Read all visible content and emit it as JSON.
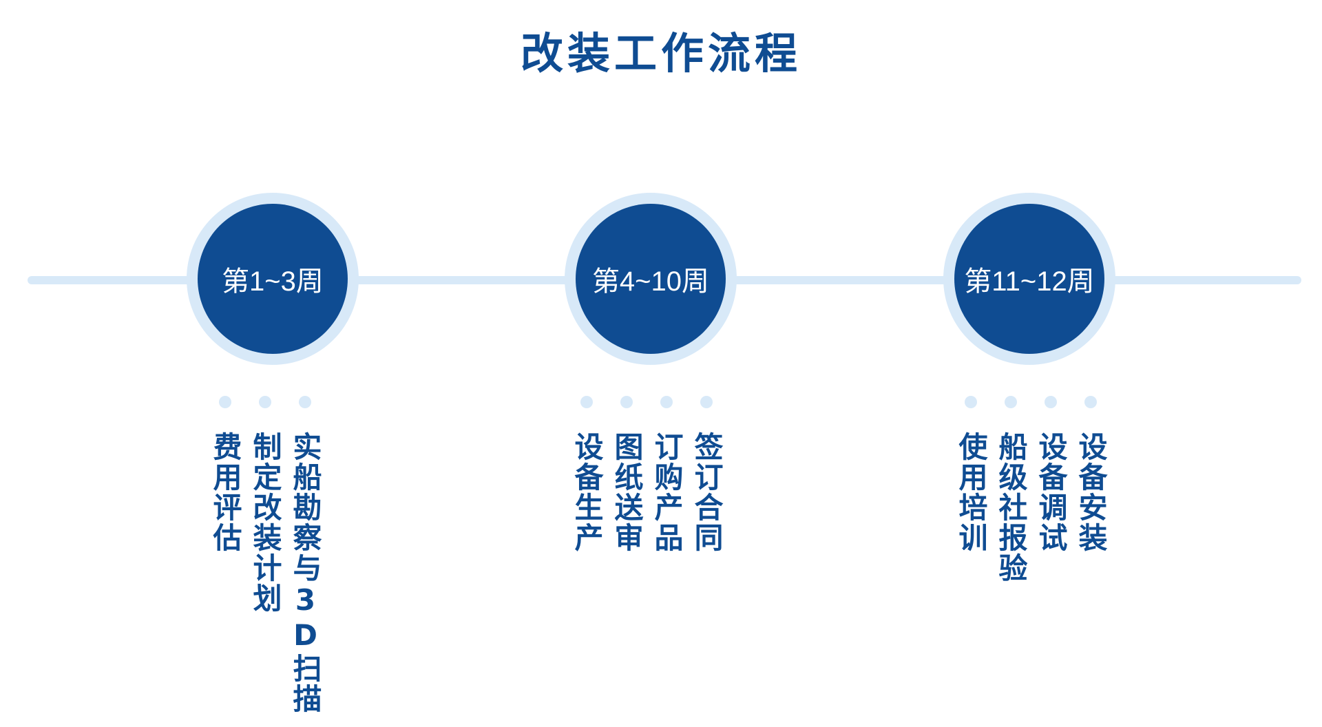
{
  "title": "改装工作流程",
  "colors": {
    "primary": "#0f4c92",
    "light": "#d8e9f8",
    "background": "#ffffff"
  },
  "stages": [
    {
      "label": "第1~3周",
      "tasks": [
        "费用评估",
        "制定改装计划",
        "实船勘察与3D扫描"
      ]
    },
    {
      "label": "第4~10周",
      "tasks": [
        "设备生产",
        "图纸送审",
        "订购产品",
        "签订合同"
      ]
    },
    {
      "label": "第11~12周",
      "tasks": [
        "使用培训",
        "船级社报验",
        "设备调试",
        "设备安装"
      ]
    }
  ]
}
